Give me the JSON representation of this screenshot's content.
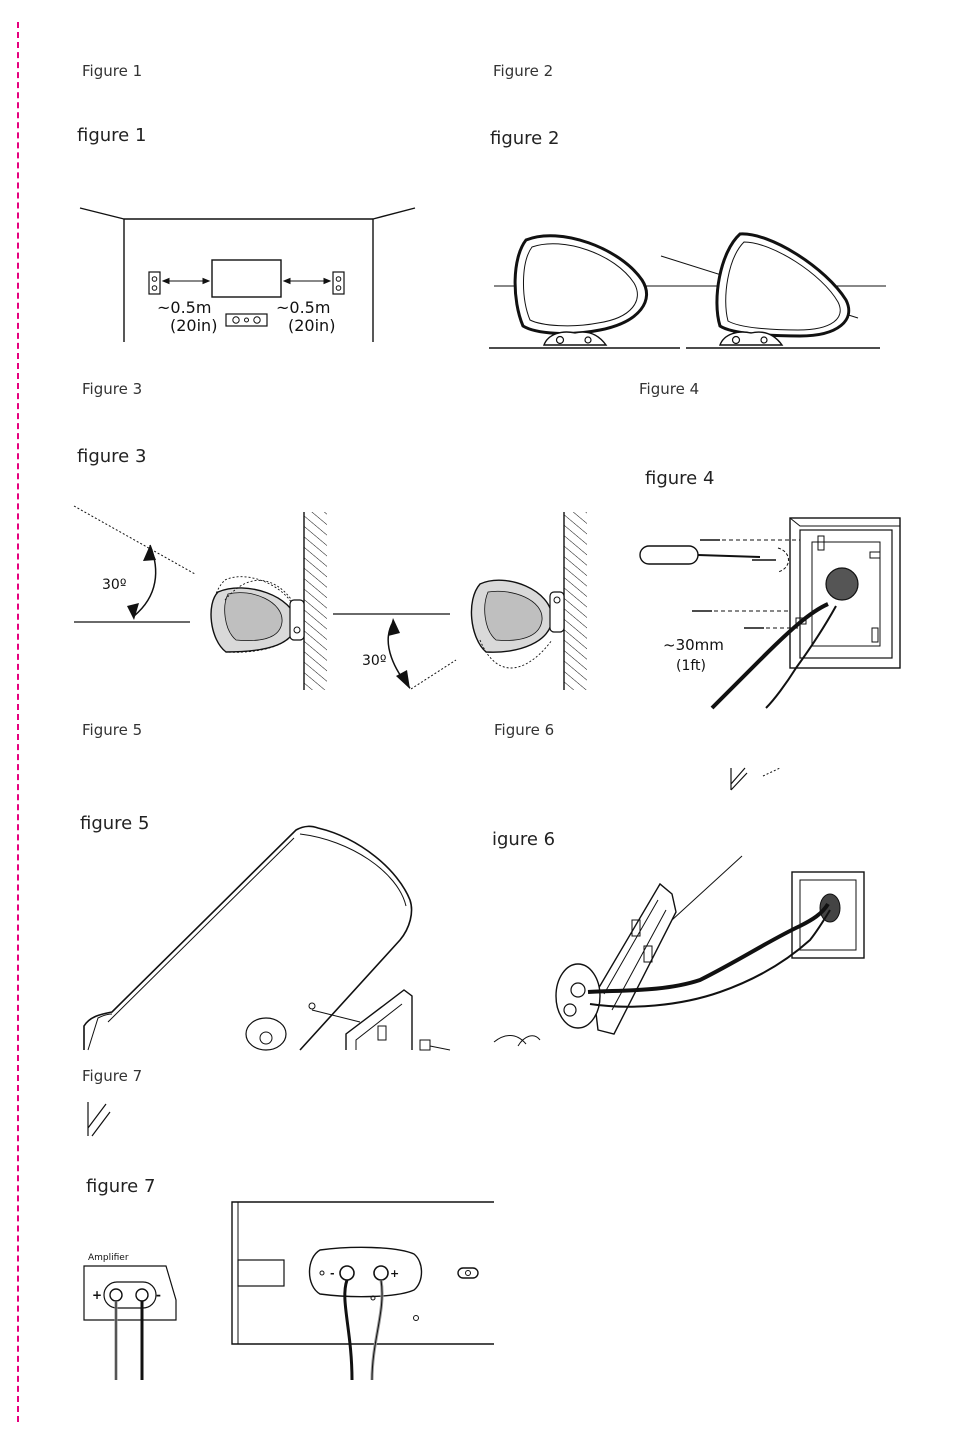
{
  "captions": {
    "fig1": "Figure 1",
    "fig2": "Figure 2",
    "fig3": "Figure 3",
    "fig4": "Figure 4",
    "fig5": "Figure 5",
    "fig6": "Figure 6",
    "fig7": "Figure 7"
  },
  "labels": {
    "fig1": "figure 1",
    "fig2": "figure 2",
    "fig3": "figure 3",
    "fig4": "figure 4",
    "fig5": "figure 5",
    "fig6": "igure 6",
    "fig7": "figure 7"
  },
  "figure1": {
    "dist_left": "~0.5m",
    "unit_left": "(20in)",
    "dist_right": "~0.5m",
    "unit_right": "(20in)"
  },
  "figure3": {
    "angle_up": "30º",
    "angle_down": "30º"
  },
  "figure4": {
    "depth": "~30mm",
    "depth_unit": "(1ft)"
  },
  "figure7": {
    "amplifier": "Amplifier",
    "plus": "+",
    "minus": "-"
  },
  "colors": {
    "dashed_margin": "#e6007e"
  }
}
